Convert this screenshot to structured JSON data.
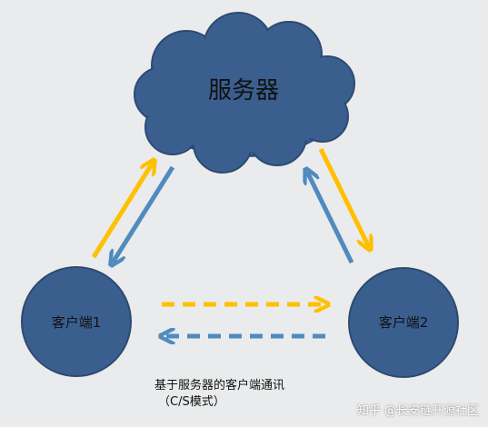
{
  "nodes": {
    "server": "服务器",
    "client1": "客户端1",
    "client2": "客户端2"
  },
  "caption": {
    "line1": "基于服务器的客户端通讯",
    "line2": "（C/S模式）"
  },
  "watermark": "知乎 @长安链开源社区",
  "colors": {
    "background": "#eaebec",
    "node_fill": "#3a5f8f",
    "node_stroke": "#2c4a72",
    "arrow_yellow": "#ffc000",
    "arrow_blue": "#4f8bbf",
    "label_text": "#111111"
  }
}
